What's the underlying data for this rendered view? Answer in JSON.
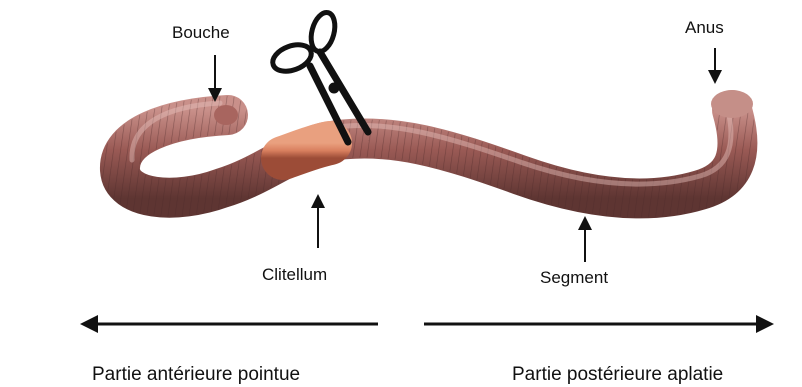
{
  "labels": {
    "mouth": "Bouche",
    "anus": "Anus",
    "clitellum": "Clitellum",
    "segment": "Segment",
    "anterior": "Partie antérieure pointue",
    "posterior": "Partie postérieure aplatie"
  },
  "icons": {
    "scissors": "scissors-icon"
  },
  "colors": {
    "worm_body": "#9a5a55",
    "worm_highlight": "#c9908a",
    "worm_shadow": "#5e3532",
    "clitellum": "#d9805f",
    "ink": "#111111"
  }
}
